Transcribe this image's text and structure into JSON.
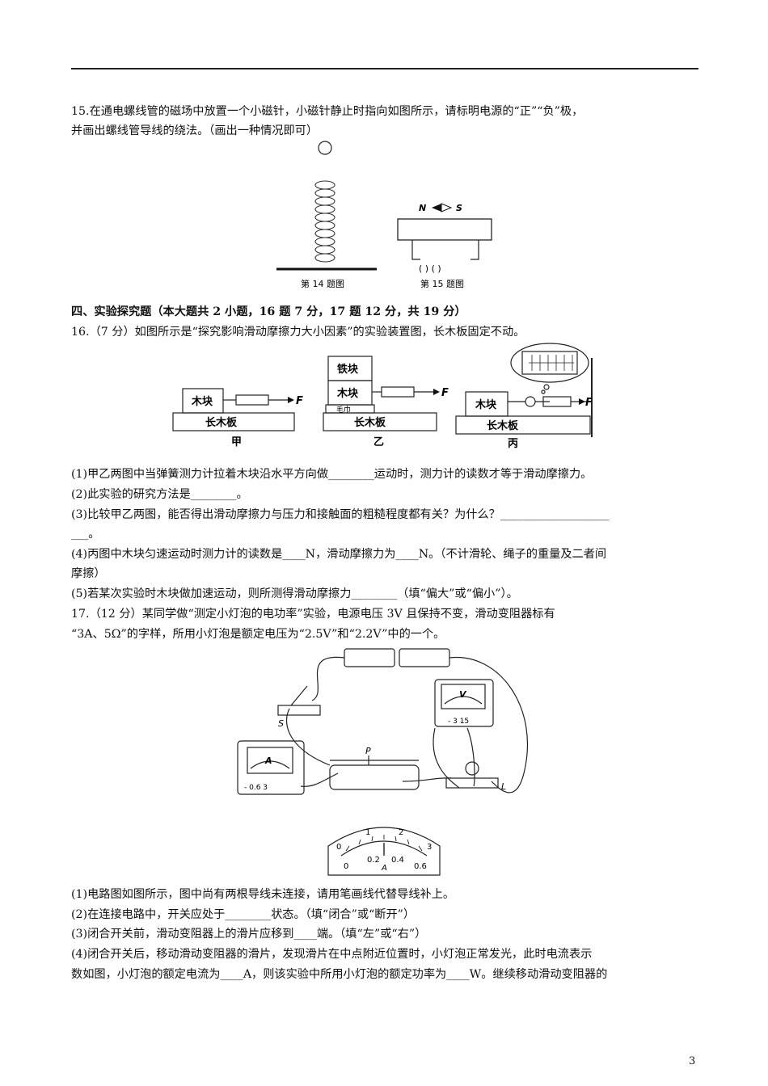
{
  "q15": {
    "line1": "15.在通电螺线管的磁场中放置一个小磁针，小磁针静止时指向如图所示，请标明电源的“正”“负”极，",
    "line2": "并画出螺线管导线的绕法。（画出一种情况即可）",
    "fig14_caption": "第 14 题图",
    "fig15_caption": "第 15 题图",
    "needle_n": "N",
    "needle_s": "S",
    "terminal_labels": "(     )  (     )"
  },
  "section4_title": "四、实验探究题（本大题共 2 小题，16 题 7 分，17 题 12 分，共 19 分）",
  "q16": {
    "intro": "16.（7 分）如图所示是“探究影响滑动摩擦力大小因素”的实验装置图，长木板固定不动。",
    "fig": {
      "block": "木块",
      "iron": "铁块",
      "towel": "毛巾",
      "board": "长木板",
      "force": "F",
      "label_jia": "甲",
      "label_yi": "乙",
      "label_bing": "丙"
    },
    "s1": "(1)甲乙两图中当弹簧测力计拉着木块沿水平方向做________运动时，测力计的读数才等于滑动摩擦力。",
    "s2": "(2)此实验的研究方法是________。",
    "s3a": "(3)比较甲乙两图，能否得出滑动摩擦力与压力和接触面的粗糙程度都有关？为什么？___________________",
    "s3b": "___。",
    "s4a": "(4)丙图中木块匀速运动时测力计的读数是____N，滑动摩擦力为____N。（不计滑轮、绳子的重量及二者间",
    "s4b": "摩擦）",
    "s5": "(5)若某次实验时木块做加速运动，则所测得滑动摩擦力________（填“偏大”或“偏小”）。"
  },
  "q17": {
    "intro1": "17.（12 分）某同学做“测定小灯泡的电功率”实验，电源电压 3V 且保持不变，滑动变阻器标有",
    "intro2": "“3A、5Ω”的字样，所用小灯泡是额定电压为“2.5V”和“2.2V”中的一个。",
    "fig": {
      "switch": "S",
      "voltmeter": "V",
      "ammeter": "A",
      "slider": "P",
      "lamp": "L",
      "v_terminals": "-   3  15",
      "a_terminals": "-  0.6  3",
      "dial_outer": [
        "0",
        "1",
        "2",
        "3"
      ],
      "dial_inner": [
        "0",
        "0.2",
        "0.4",
        "0.6"
      ],
      "dial_unit": "A"
    },
    "s1": "(1)电路图如图所示，图中尚有两根导线未连接，请用笔画线代替导线补上。",
    "s2": "(2)在连接电路中，开关应处于________状态。（填“闭合”或“断开”）",
    "s3": "(3)闭合开关前，滑动变阻器上的滑片应移到____端。（填“左”或“右”）",
    "s4a": "(4)闭合开关后，移动滑动变阻器的滑片，发现滑片在中点附近位置时，小灯泡正常发光，此时电流表示",
    "s4b": "数如图，小灯泡的额定电流为____A，则该实验中所用小灯泡的额定功率为____W。继续移动滑动变阻器的"
  },
  "page_number": "3"
}
